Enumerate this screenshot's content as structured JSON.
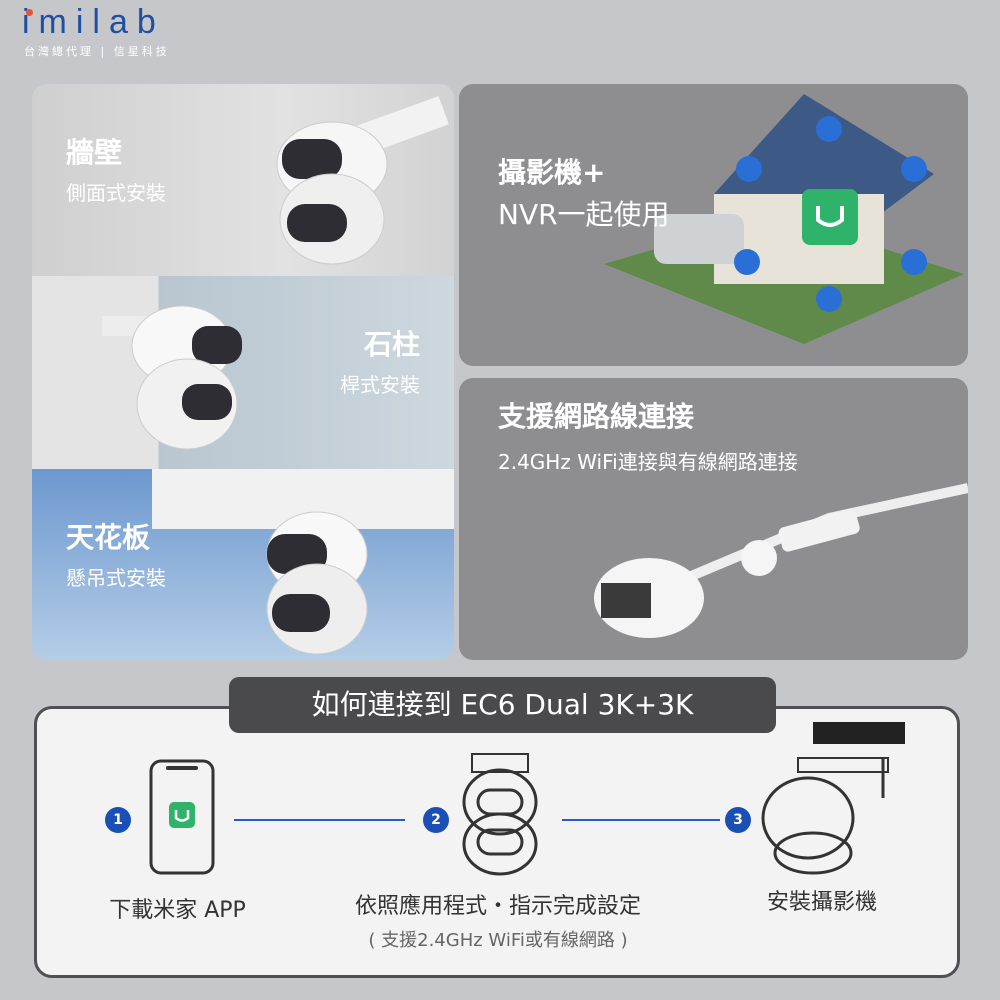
{
  "brand": {
    "logo": "imilab",
    "subtitle": "台灣總代理 | 信星科技"
  },
  "mounts": [
    {
      "title": "牆壁",
      "desc": "側面式安裝"
    },
    {
      "title": "石柱",
      "desc": "桿式安裝"
    },
    {
      "title": "天花板",
      "desc": "懸吊式安裝"
    }
  ],
  "nvr": {
    "title_line1": "攝影機+",
    "title_line2": "NVR一起使用"
  },
  "ethernet": {
    "title": "支援網路線連接",
    "desc": "2.4GHz WiFi連接與有線網路連接"
  },
  "howto": {
    "title": "如何連接到 EC6 Dual 3K+3K",
    "steps": [
      {
        "num": "1",
        "label": "下載米家 APP"
      },
      {
        "num": "2",
        "label": "依照應用程式・指示完成設定",
        "note": "( 支援2.4GHz WiFi或有線網路 )"
      },
      {
        "num": "3",
        "label": "安裝攝影機"
      }
    ]
  },
  "colors": {
    "accent": "#1a4fb5",
    "mi_green": "#2fb36a",
    "logo_blue": "#1f4fa0"
  }
}
